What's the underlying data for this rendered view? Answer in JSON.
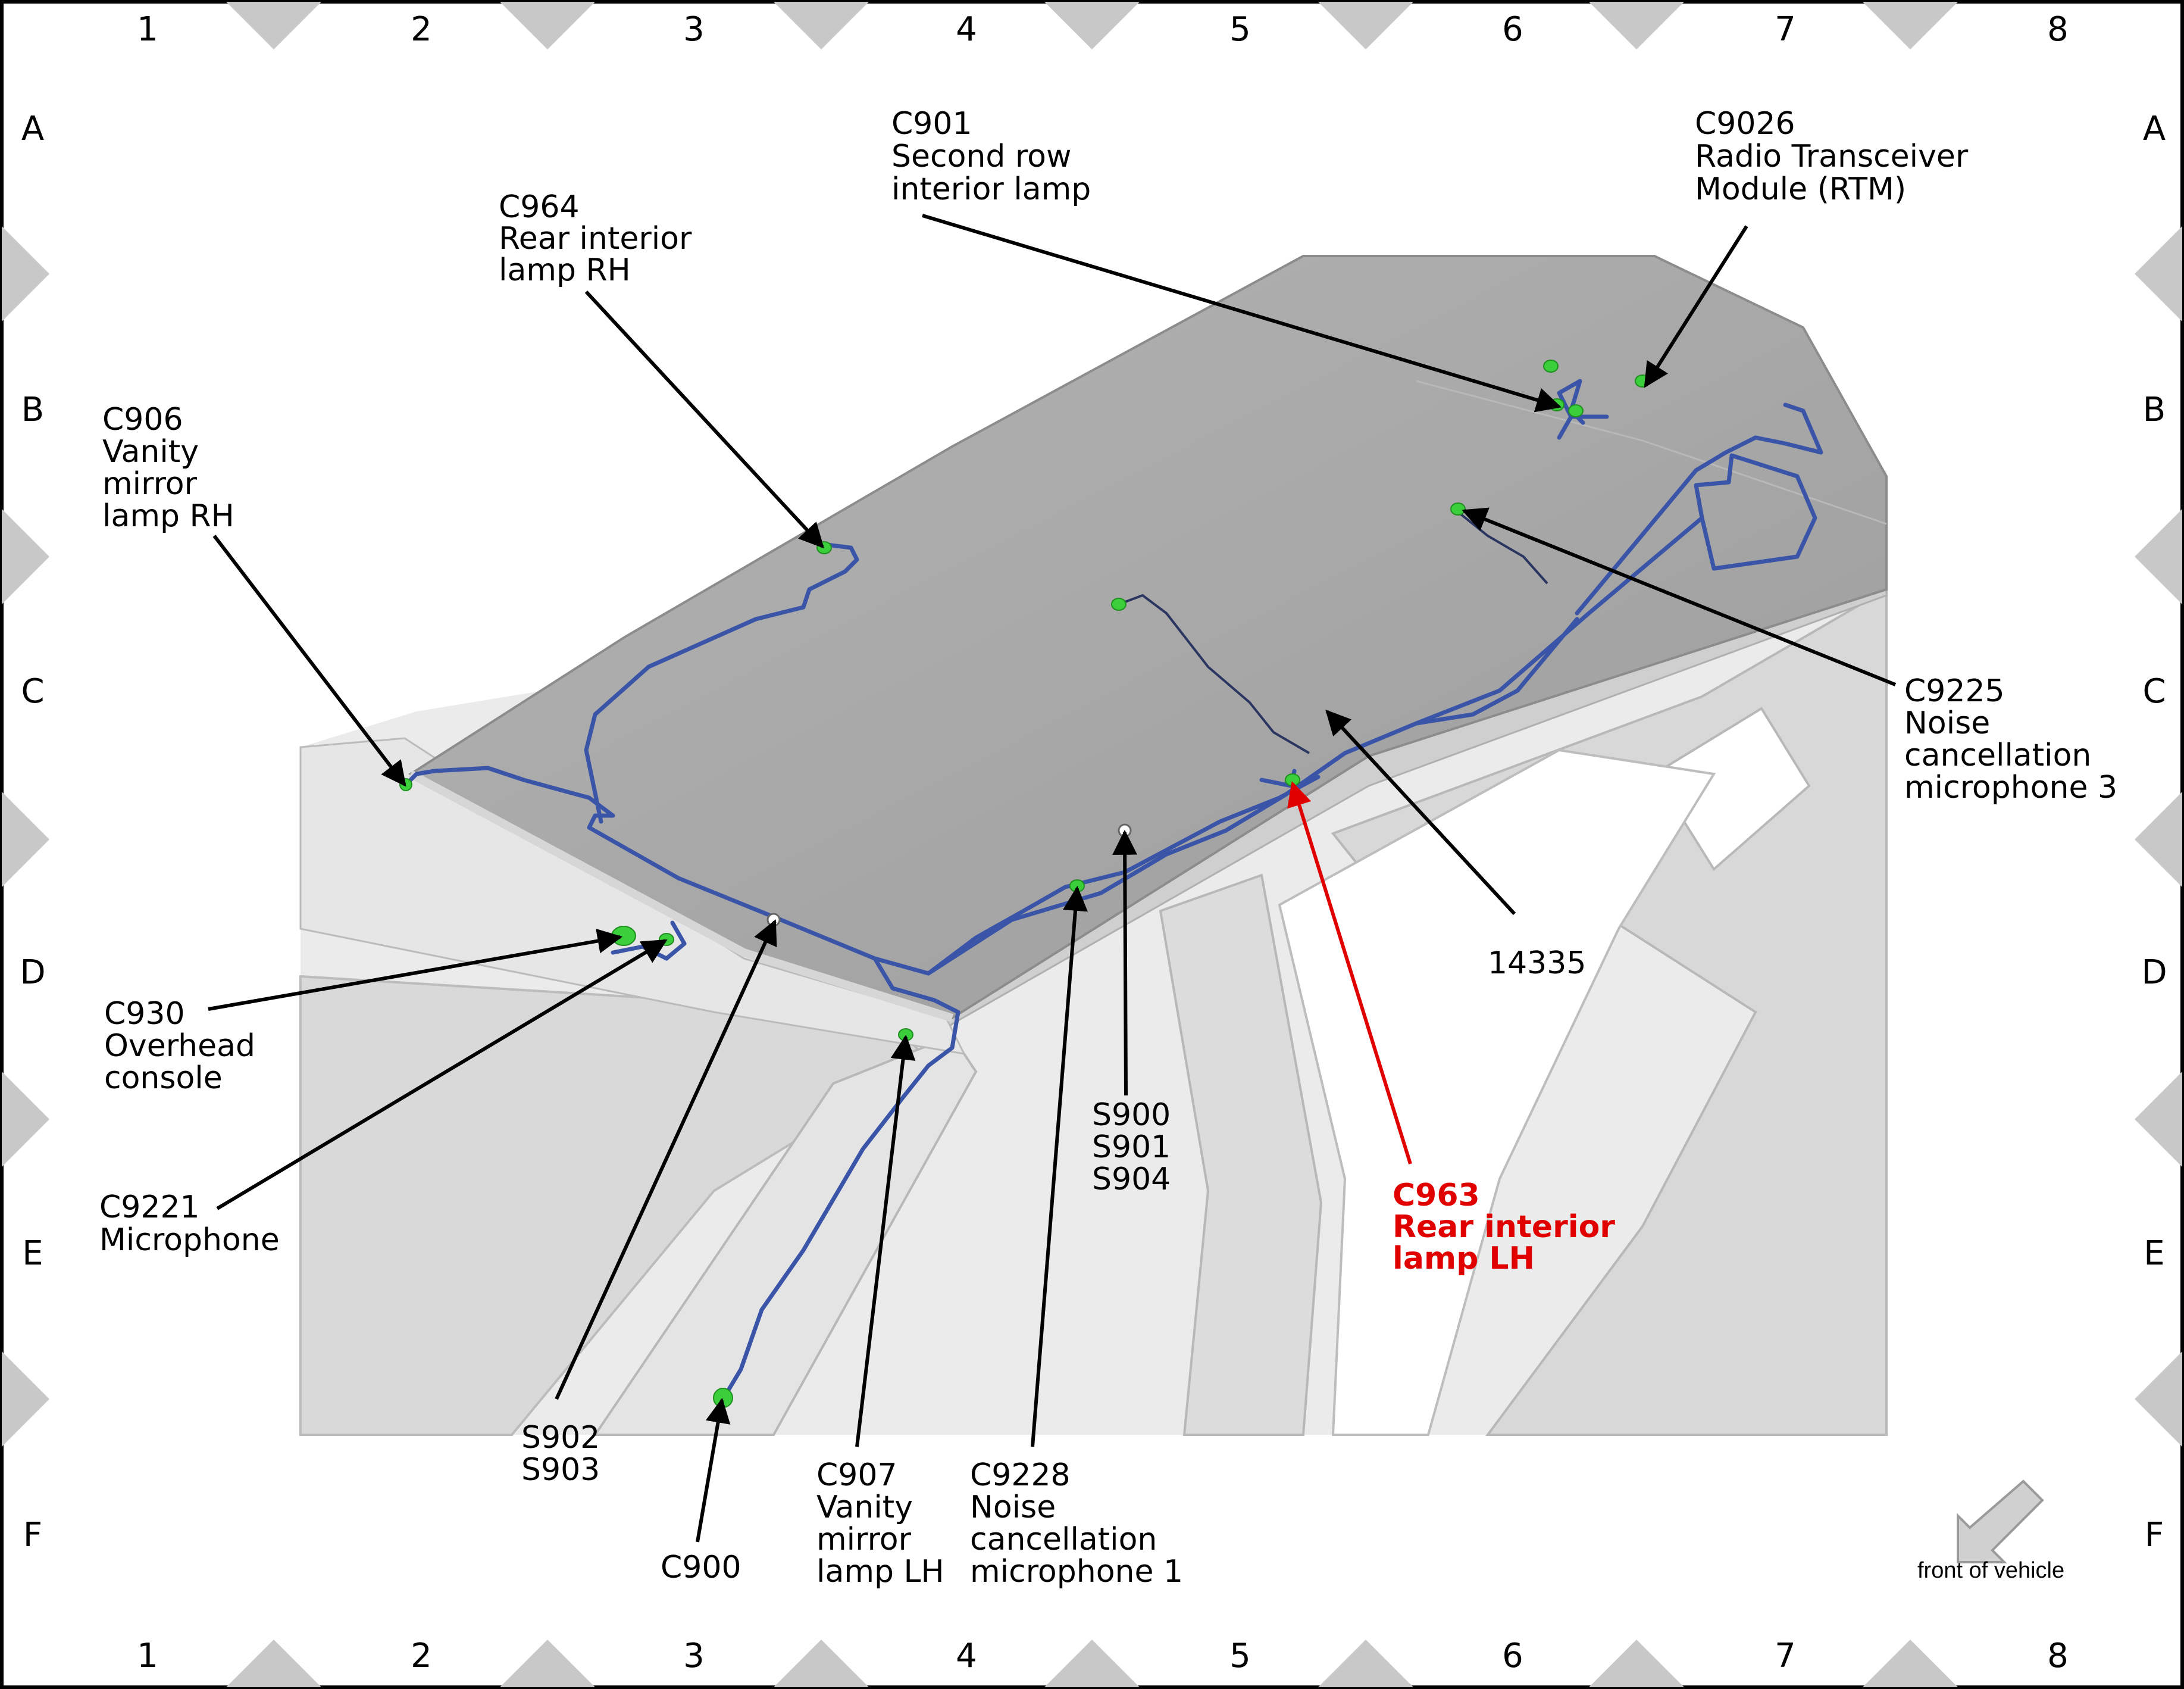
{
  "grid": {
    "columns": [
      "1",
      "2",
      "3",
      "4",
      "5",
      "6",
      "7",
      "8"
    ],
    "rows": [
      "A",
      "B",
      "C",
      "D",
      "E",
      "F"
    ]
  },
  "callouts": {
    "c901": [
      "C901",
      "Second row",
      "interior lamp"
    ],
    "c9026": [
      "C9026",
      "Radio Transceiver",
      "Module (RTM)"
    ],
    "c964": [
      "C964",
      "Rear interior",
      "lamp RH"
    ],
    "c906": [
      "C906",
      "Vanity",
      "mirror",
      "lamp RH"
    ],
    "c9225": [
      "C9225",
      "Noise",
      "cancellation",
      "microphone 3"
    ],
    "p14335": [
      "14335"
    ],
    "c930": [
      "C930",
      "Overhead",
      "console"
    ],
    "c9221": [
      "C9221",
      "Microphone"
    ],
    "s900": [
      "S900",
      "S901",
      "S904"
    ],
    "c963": [
      "C963",
      "Rear interior",
      "lamp LH"
    ],
    "s902": [
      "S902",
      "S903"
    ],
    "c900": [
      "C900"
    ],
    "c907": [
      "C907",
      "Vanity",
      "mirror",
      "lamp LH"
    ],
    "c9228": [
      "C9228",
      "Noise",
      "cancellation",
      "microphone 1"
    ]
  },
  "front_of_vehicle": "front of vehicle",
  "colors": {
    "highlight": "#e00000",
    "harness": "#3a55a8",
    "connector": "#3ccf3c",
    "roof": "#a9a9a9",
    "body": "#dedede",
    "border_marker": "#c8c8c8"
  }
}
